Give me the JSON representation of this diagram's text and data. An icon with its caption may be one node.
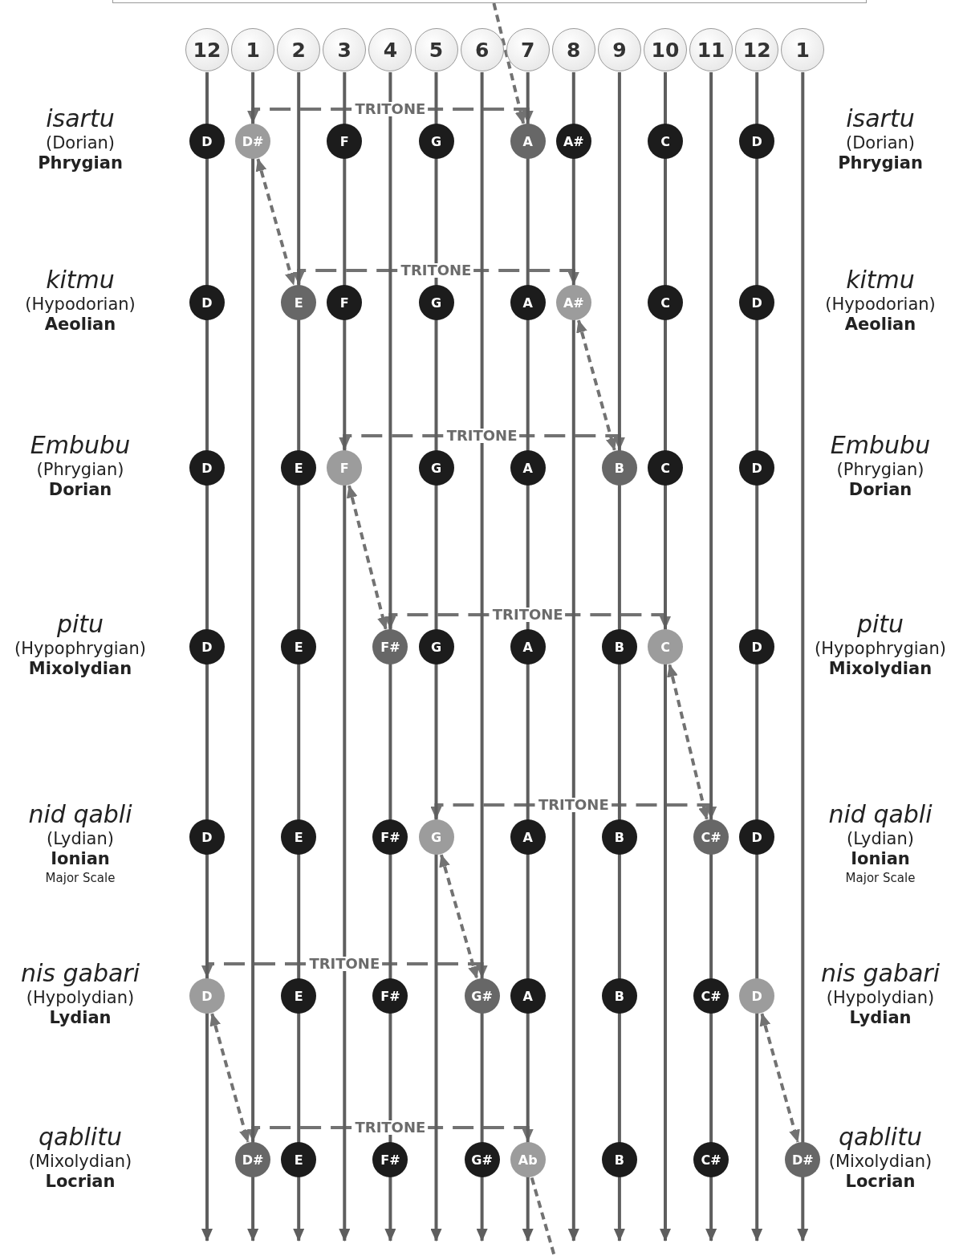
{
  "diagram": {
    "nodes": [
      {
        "text": [],
        "shape": "box"
      },
      {
        "text": [
          "12"
        ]
      },
      {
        "text": [
          "1"
        ]
      },
      {
        "text": [
          "2"
        ]
      },
      {
        "text": [
          "3"
        ]
      },
      {
        "text": [
          "4"
        ]
      },
      {
        "text": [
          "5"
        ]
      },
      {
        "text": [
          "6"
        ]
      },
      {
        "text": [
          "7"
        ]
      },
      {
        "text": [
          "8"
        ]
      },
      {
        "text": [
          "9"
        ]
      },
      {
        "text": [
          "10"
        ]
      },
      {
        "text": [
          "11"
        ]
      },
      {
        "text": [
          "12"
        ]
      },
      {
        "text": [
          "1"
        ]
      },
      {
        "text": [
          "D"
        ]
      },
      {
        "text": [
          "D#"
        ]
      },
      {
        "text": [
          "F"
        ]
      },
      {
        "text": [
          "G"
        ]
      },
      {
        "text": [
          "A"
        ]
      },
      {
        "text": [
          "A#"
        ]
      },
      {
        "text": [
          "C"
        ]
      },
      {
        "text": [
          "D"
        ]
      },
      {
        "text": [
          "D"
        ]
      },
      {
        "text": [
          "E"
        ]
      },
      {
        "text": [
          "F"
        ]
      },
      {
        "text": [
          "G"
        ]
      },
      {
        "text": [
          "A"
        ]
      },
      {
        "text": [
          "A#"
        ]
      },
      {
        "text": [
          "C"
        ]
      },
      {
        "text": [
          "D"
        ]
      },
      {
        "text": [
          "D"
        ]
      },
      {
        "text": [
          "E"
        ]
      },
      {
        "text": [
          "F"
        ]
      },
      {
        "text": [
          "G"
        ]
      },
      {
        "text": [
          "A"
        ]
      },
      {
        "text": [
          "B"
        ]
      },
      {
        "text": [
          "C"
        ]
      },
      {
        "text": [
          "D"
        ]
      },
      {
        "text": [
          "D"
        ]
      },
      {
        "text": [
          "E"
        ]
      },
      {
        "text": [
          "F#"
        ]
      },
      {
        "text": [
          "G"
        ]
      },
      {
        "text": [
          "A"
        ]
      },
      {
        "text": [
          "B"
        ]
      },
      {
        "text": [
          "C"
        ]
      },
      {
        "text": [
          "D"
        ]
      },
      {
        "text": [
          "D"
        ]
      },
      {
        "text": [
          "E"
        ]
      },
      {
        "text": [
          "F#"
        ]
      },
      {
        "text": [
          "G"
        ]
      },
      {
        "text": [
          "A"
        ]
      },
      {
        "text": [
          "B"
        ]
      },
      {
        "text": [
          "C#"
        ]
      },
      {
        "text": [
          "D"
        ]
      },
      {
        "text": [
          "D"
        ]
      },
      {
        "text": [
          "E"
        ]
      },
      {
        "text": [
          "F#"
        ]
      },
      {
        "text": [
          "G#"
        ]
      },
      {
        "text": [
          "A"
        ]
      },
      {
        "text": [
          "B"
        ]
      },
      {
        "text": [
          "C#"
        ]
      },
      {
        "text": [
          "D"
        ]
      },
      {
        "text": [
          "D#"
        ]
      },
      {
        "text": [
          "E"
        ]
      },
      {
        "text": [
          "F#"
        ]
      },
      {
        "text": [
          "G#"
        ]
      },
      {
        "text": [
          "Ab"
        ]
      },
      {
        "text": [
          "B"
        ]
      },
      {
        "text": [
          "C#"
        ]
      },
      {
        "text": [
          "D#"
        ]
      }
    ],
    "edges": [
      {
        "from": 0,
        "to": 19,
        "arrow": "to",
        "style": "dashed"
      },
      {
        "from": 16,
        "to": 19,
        "arrow": "both",
        "label": "TRITONE",
        "style": "dashed"
      },
      {
        "from": 16,
        "to": 24,
        "arrow": "both",
        "style": "dashed"
      },
      {
        "from": 24,
        "to": 28,
        "arrow": "both",
        "label": "TRITONE",
        "style": "dashed"
      },
      {
        "from": 28,
        "to": 36,
        "arrow": "both",
        "style": "dashed"
      },
      {
        "from": 33,
        "to": 36,
        "arrow": "both",
        "label": "TRITONE",
        "style": "dashed"
      },
      {
        "from": 33,
        "to": 41,
        "arrow": "both",
        "style": "dashed"
      },
      {
        "from": 41,
        "to": 45,
        "arrow": "both",
        "label": "TRITONE",
        "style": "dashed"
      },
      {
        "from": 45,
        "to": 53,
        "arrow": "both",
        "style": "dashed"
      },
      {
        "from": 50,
        "to": 53,
        "arrow": "both",
        "label": "TRITONE",
        "style": "dashed"
      },
      {
        "from": 50,
        "to": 58,
        "arrow": "both",
        "style": "dashed"
      },
      {
        "from": 55,
        "to": 58,
        "arrow": "both",
        "label": "TRITONE",
        "style": "dashed"
      },
      {
        "from": 55,
        "to": 63,
        "arrow": "both",
        "style": "dashed"
      },
      {
        "from": 62,
        "to": 70,
        "arrow": "both",
        "style": "dashed"
      },
      {
        "from": 63,
        "to": 67,
        "arrow": "both",
        "label": "TRITONE",
        "style": "dashed"
      },
      {
        "from": 67,
        "to": null,
        "arrow": "none",
        "style": "dashed"
      },
      {
        "from": 1,
        "to": null,
        "arrow": "to"
      },
      {
        "from": 2,
        "to": null,
        "arrow": "to"
      },
      {
        "from": 3,
        "to": null,
        "arrow": "to"
      },
      {
        "from": 4,
        "to": null,
        "arrow": "to"
      },
      {
        "from": 5,
        "to": null,
        "arrow": "to"
      },
      {
        "from": 6,
        "to": null,
        "arrow": "to"
      },
      {
        "from": 7,
        "to": null,
        "arrow": "to"
      },
      {
        "from": 8,
        "to": null,
        "arrow": "to"
      },
      {
        "from": 9,
        "to": null,
        "arrow": "to"
      },
      {
        "from": 10,
        "to": null,
        "arrow": "to"
      },
      {
        "from": 11,
        "to": null,
        "arrow": "to"
      },
      {
        "from": 12,
        "to": null,
        "arrow": "to"
      },
      {
        "from": 13,
        "to": null,
        "arrow": "to"
      },
      {
        "from": 14,
        "to": null,
        "arrow": "to"
      }
    ],
    "labels": [
      "isartu",
      "(Dorian)",
      "Phrygian",
      "isartu",
      "(Dorian)",
      "Phrygian",
      "kitmu",
      "(Hypodorian)",
      "Aeolian",
      "kitmu",
      "(Hypodorian)",
      "Aeolian",
      "Embubu",
      "(Phrygian)",
      "Dorian",
      "Embubu",
      "(Phrygian)",
      "Dorian",
      "pitu",
      "(Hypophrygian)",
      "Mixolydian",
      "pitu",
      "(Hypophrygian)",
      "Mixolydian",
      "nid qabli",
      "(Lydian)",
      "Ionian",
      "Major Scale",
      "nid qabli",
      "(Lydian)",
      "Ionian",
      "Major Scale",
      "nis gabari",
      "(Hypolydian)",
      "Lydian",
      "nis gabari",
      "(Hypolydian)",
      "Lydian",
      "qablitu",
      "(Mixolydian)",
      "Locrian",
      "qablitu",
      "(Mixolydian)",
      "Locrian"
    ]
  }
}
